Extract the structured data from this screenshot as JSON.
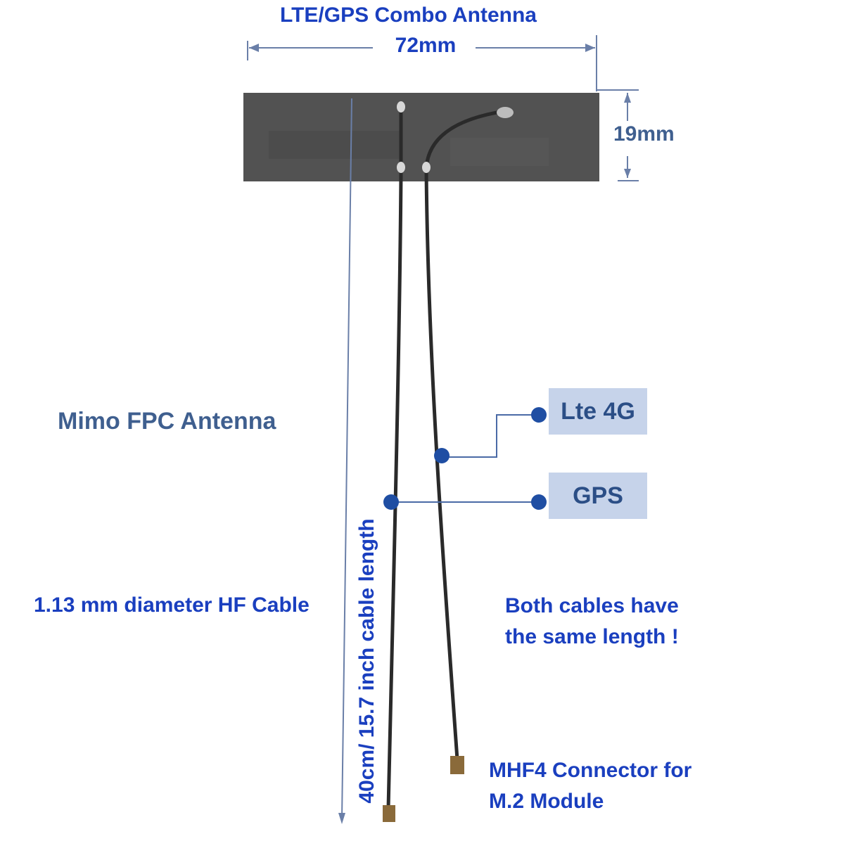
{
  "title": "LTE/GPS Combo Antenna",
  "dimensions": {
    "width_label": "72mm",
    "height_label": "19mm",
    "cable_length_label": "40cm/ 15.7 inch cable length"
  },
  "labels": {
    "mimo": "Mimo FPC Antenna",
    "cable_desc": "1.13 mm diameter HF Cable",
    "both_line1": "Both cables have",
    "both_line2": "the same length !",
    "connector_line1": "MHF4 Connector for",
    "connector_line2": "M.2 Module"
  },
  "tags": {
    "lte": "Lte 4G",
    "gps": "GPS"
  },
  "colors": {
    "text_blue": "#1a3fbf",
    "tag_bg": "#c6d3ea",
    "dot": "#1f4ea3",
    "antenna": "#525252",
    "cable": "#2a2a2a",
    "dimension_line": "#6a7fa8"
  }
}
